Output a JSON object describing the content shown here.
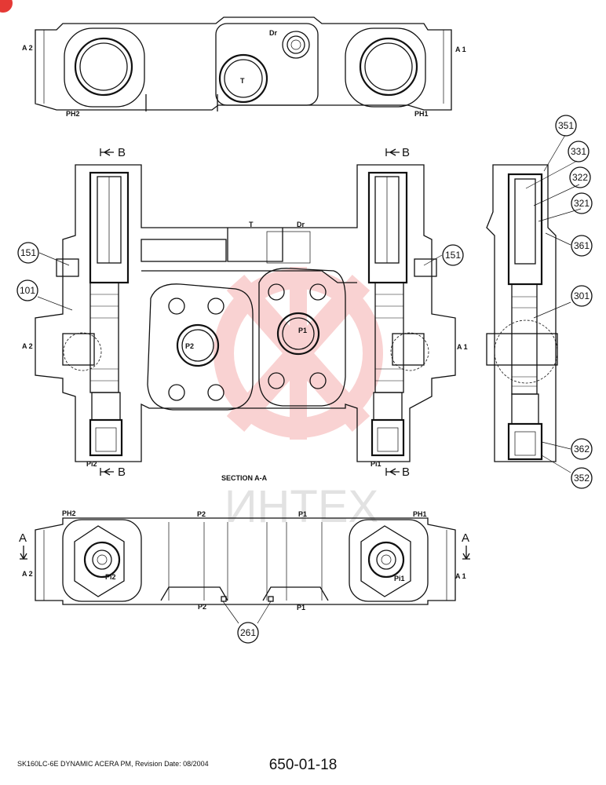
{
  "top_view": {
    "port_a2": "A 2",
    "port_a1": "A 1",
    "port_dr": "Dr",
    "port_t": "T",
    "port_ph2": "PH2",
    "port_ph1": "PH1"
  },
  "section_view": {
    "arrow_b_left_top": "B",
    "arrow_b_right_top": "B",
    "arrow_b_left_bottom": "B",
    "arrow_b_right_bottom": "B",
    "port_t": "T",
    "port_dr": "Dr",
    "port_p2": "P2",
    "port_p1": "P1",
    "port_a2": "A 2",
    "port_a1": "A 1",
    "port_pi2": "Pi2",
    "port_pi1": "Pi1",
    "title": "SECTION A-A"
  },
  "side_view": {},
  "bottom_view": {
    "port_ph2": "PH2",
    "port_ph1": "PH1",
    "port_p2_top": "P2",
    "port_p1_top": "P1",
    "port_p2_bottom": "P2",
    "port_p1_bottom": "P1",
    "port_pi2": "Pi2",
    "port_pi1": "Pi1",
    "port_a2": "A 2",
    "port_a1": "A 1",
    "arrow_a_left": "A",
    "arrow_a_right": "A"
  },
  "callouts": [
    "351",
    "331",
    "322",
    "321",
    "361",
    "151",
    "151",
    "101",
    "301",
    "362",
    "352",
    "261"
  ],
  "watermark": "ИНТЕХ",
  "footer": {
    "model": "SK160LC-6E DYNAMIC ACERA PM, Revision Date: 08/2004",
    "page": "650-01-18"
  },
  "colors": {
    "line": "#111111",
    "watermark": "#e53935",
    "watermark_text": "#cfcfcf"
  }
}
